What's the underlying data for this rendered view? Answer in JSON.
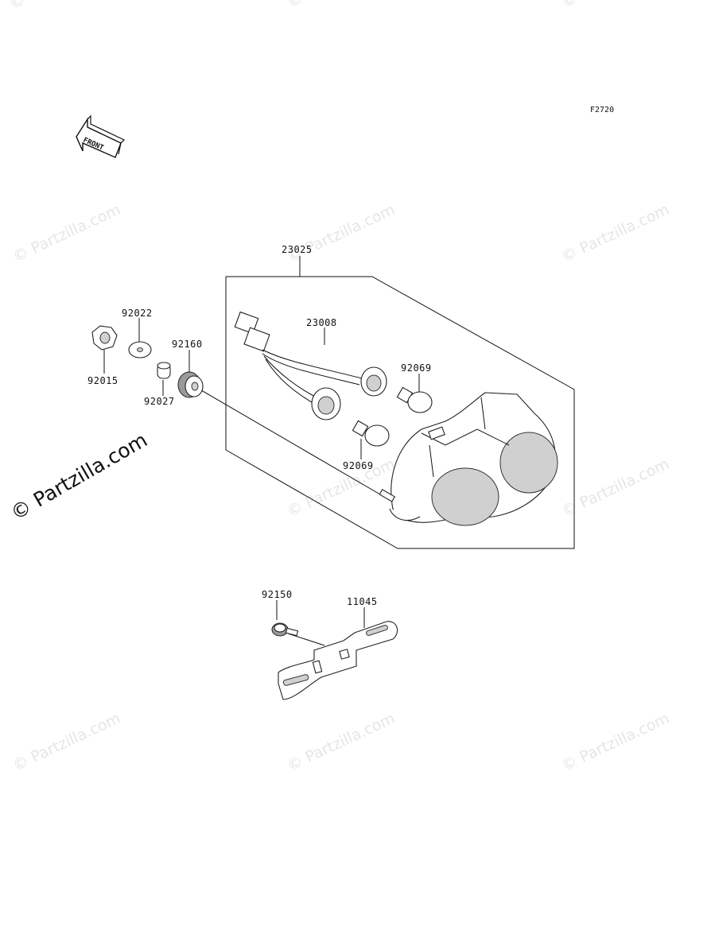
{
  "diagram": {
    "figure_code": "F2720",
    "front_label": "FRONT",
    "watermark": "Partzilla.com",
    "watermark_symbol": "©",
    "parts": [
      {
        "key": "p23025",
        "number": "23025"
      },
      {
        "key": "p23008",
        "number": "23008"
      },
      {
        "key": "p92022",
        "number": "92022"
      },
      {
        "key": "p92015",
        "number": "92015"
      },
      {
        "key": "p92160",
        "number": "92160"
      },
      {
        "key": "p92027",
        "number": "92027"
      },
      {
        "key": "p92069a",
        "number": "92069"
      },
      {
        "key": "p92069b",
        "number": "92069"
      },
      {
        "key": "p92150",
        "number": "92150"
      },
      {
        "key": "p11045",
        "number": "11045"
      }
    ]
  }
}
